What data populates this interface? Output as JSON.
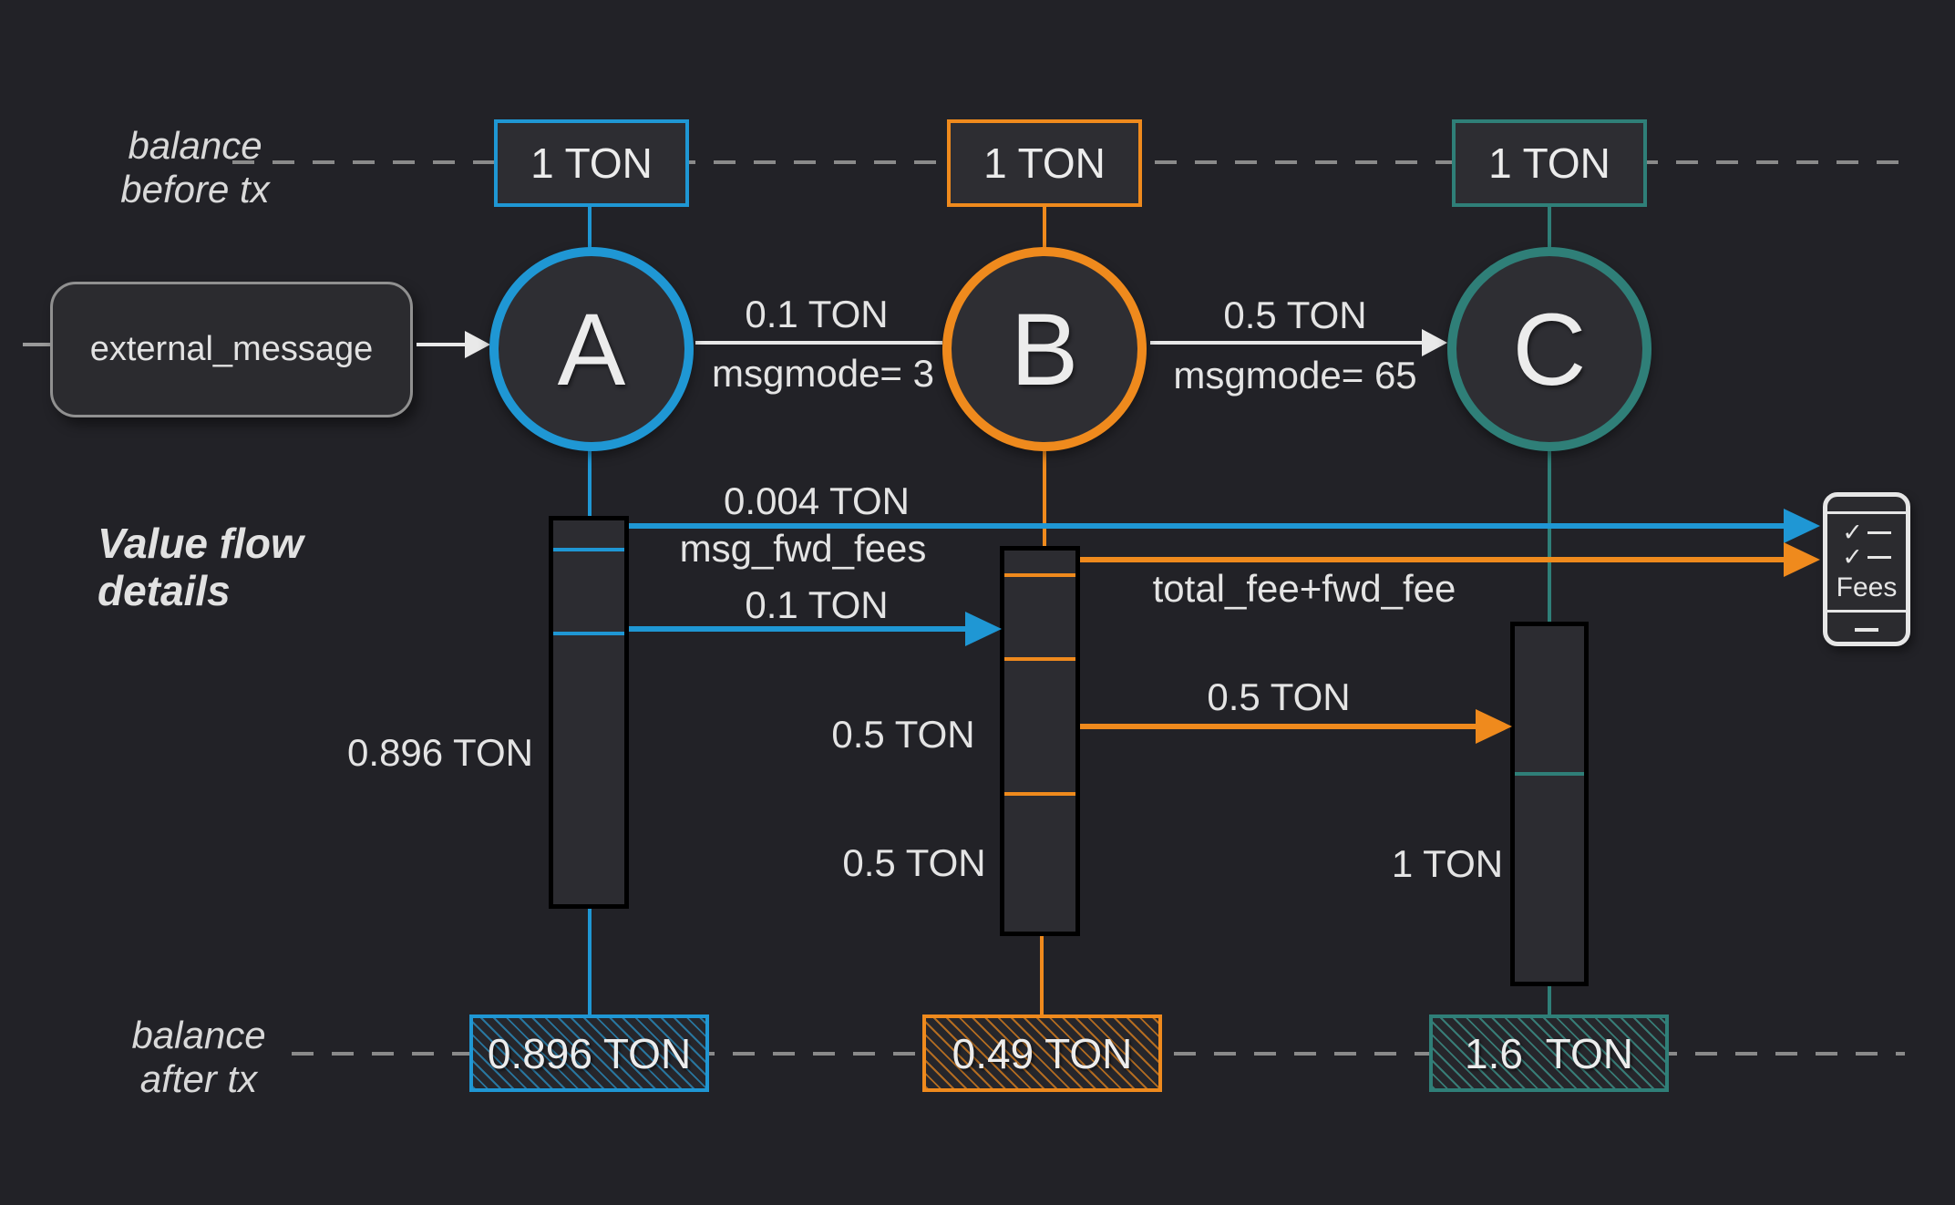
{
  "colors": {
    "background": "#222227",
    "blue": "#1f97d4",
    "orange": "#ef8a1d",
    "teal": "#2f7f78",
    "dash_gray": "#8a8a8a",
    "line_white": "#e9e9e9"
  },
  "side_labels": {
    "balance_before": [
      "balance",
      "before tx"
    ],
    "value_flow": [
      "Value flow",
      "details"
    ],
    "balance_after": [
      "balance",
      "after tx"
    ]
  },
  "external": {
    "label": "external_message"
  },
  "accounts": [
    {
      "letter": "A",
      "balance_before": "1 TON",
      "balance_after": "0.896 TON"
    },
    {
      "letter": "B",
      "balance_before": "1 TON",
      "balance_after": "0.49 TON"
    },
    {
      "letter": "C",
      "balance_before": "1 TON",
      "balance_after": "1.6  TON"
    }
  ],
  "messages": [
    {
      "amount": "0.1 TON",
      "mode": "msgmode= 3"
    },
    {
      "amount": "0.5 TON",
      "mode": "msgmode= 65"
    }
  ],
  "flows": {
    "a_fee_amount": "0.004 TON",
    "a_fee_name": "msg_fwd_fees",
    "a_send": "0.1 TON",
    "b_fee_name": "total_fee+fwd_fee",
    "b_send": "0.5 TON",
    "a_remainder": "0.896 TON",
    "b_reserve": "0.5 TON",
    "b_remainder": "0.5 TON",
    "c_remainder": "1 TON"
  },
  "fees_icon": {
    "label": "Fees"
  }
}
